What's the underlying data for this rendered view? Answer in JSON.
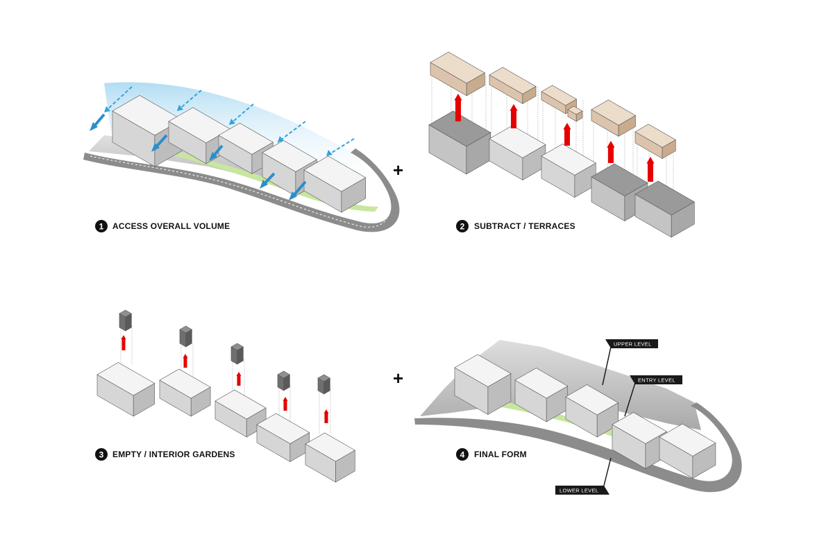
{
  "panels": [
    {
      "number": "1",
      "label": "ACCESS OVERALL VOLUME"
    },
    {
      "number": "2",
      "label": "SUBTRACT / TERRACES"
    },
    {
      "number": "3",
      "label": "EMPTY / INTERIOR GARDENS"
    },
    {
      "number": "4",
      "label": "FINAL FORM"
    }
  ],
  "operators": [
    "+",
    "+"
  ],
  "callouts": {
    "upper": "UPPER LEVEL",
    "entry": "ENTRY LEVEL",
    "lower": "LOWER LEVEL"
  },
  "colors": {
    "massing_top": "#f4f4f4",
    "massing_left": "#d6d6d6",
    "massing_right": "#bdbdbd",
    "subtracted_top": "#ecdcca",
    "subtracted_side": "#c9ab8e",
    "arrow_red": "#e60000",
    "wind_blue": "#33a2dc",
    "landscape_green": "#c8e6a0",
    "road_gray": "#8c8c8c",
    "callout_bg": "#1a1a1a"
  }
}
